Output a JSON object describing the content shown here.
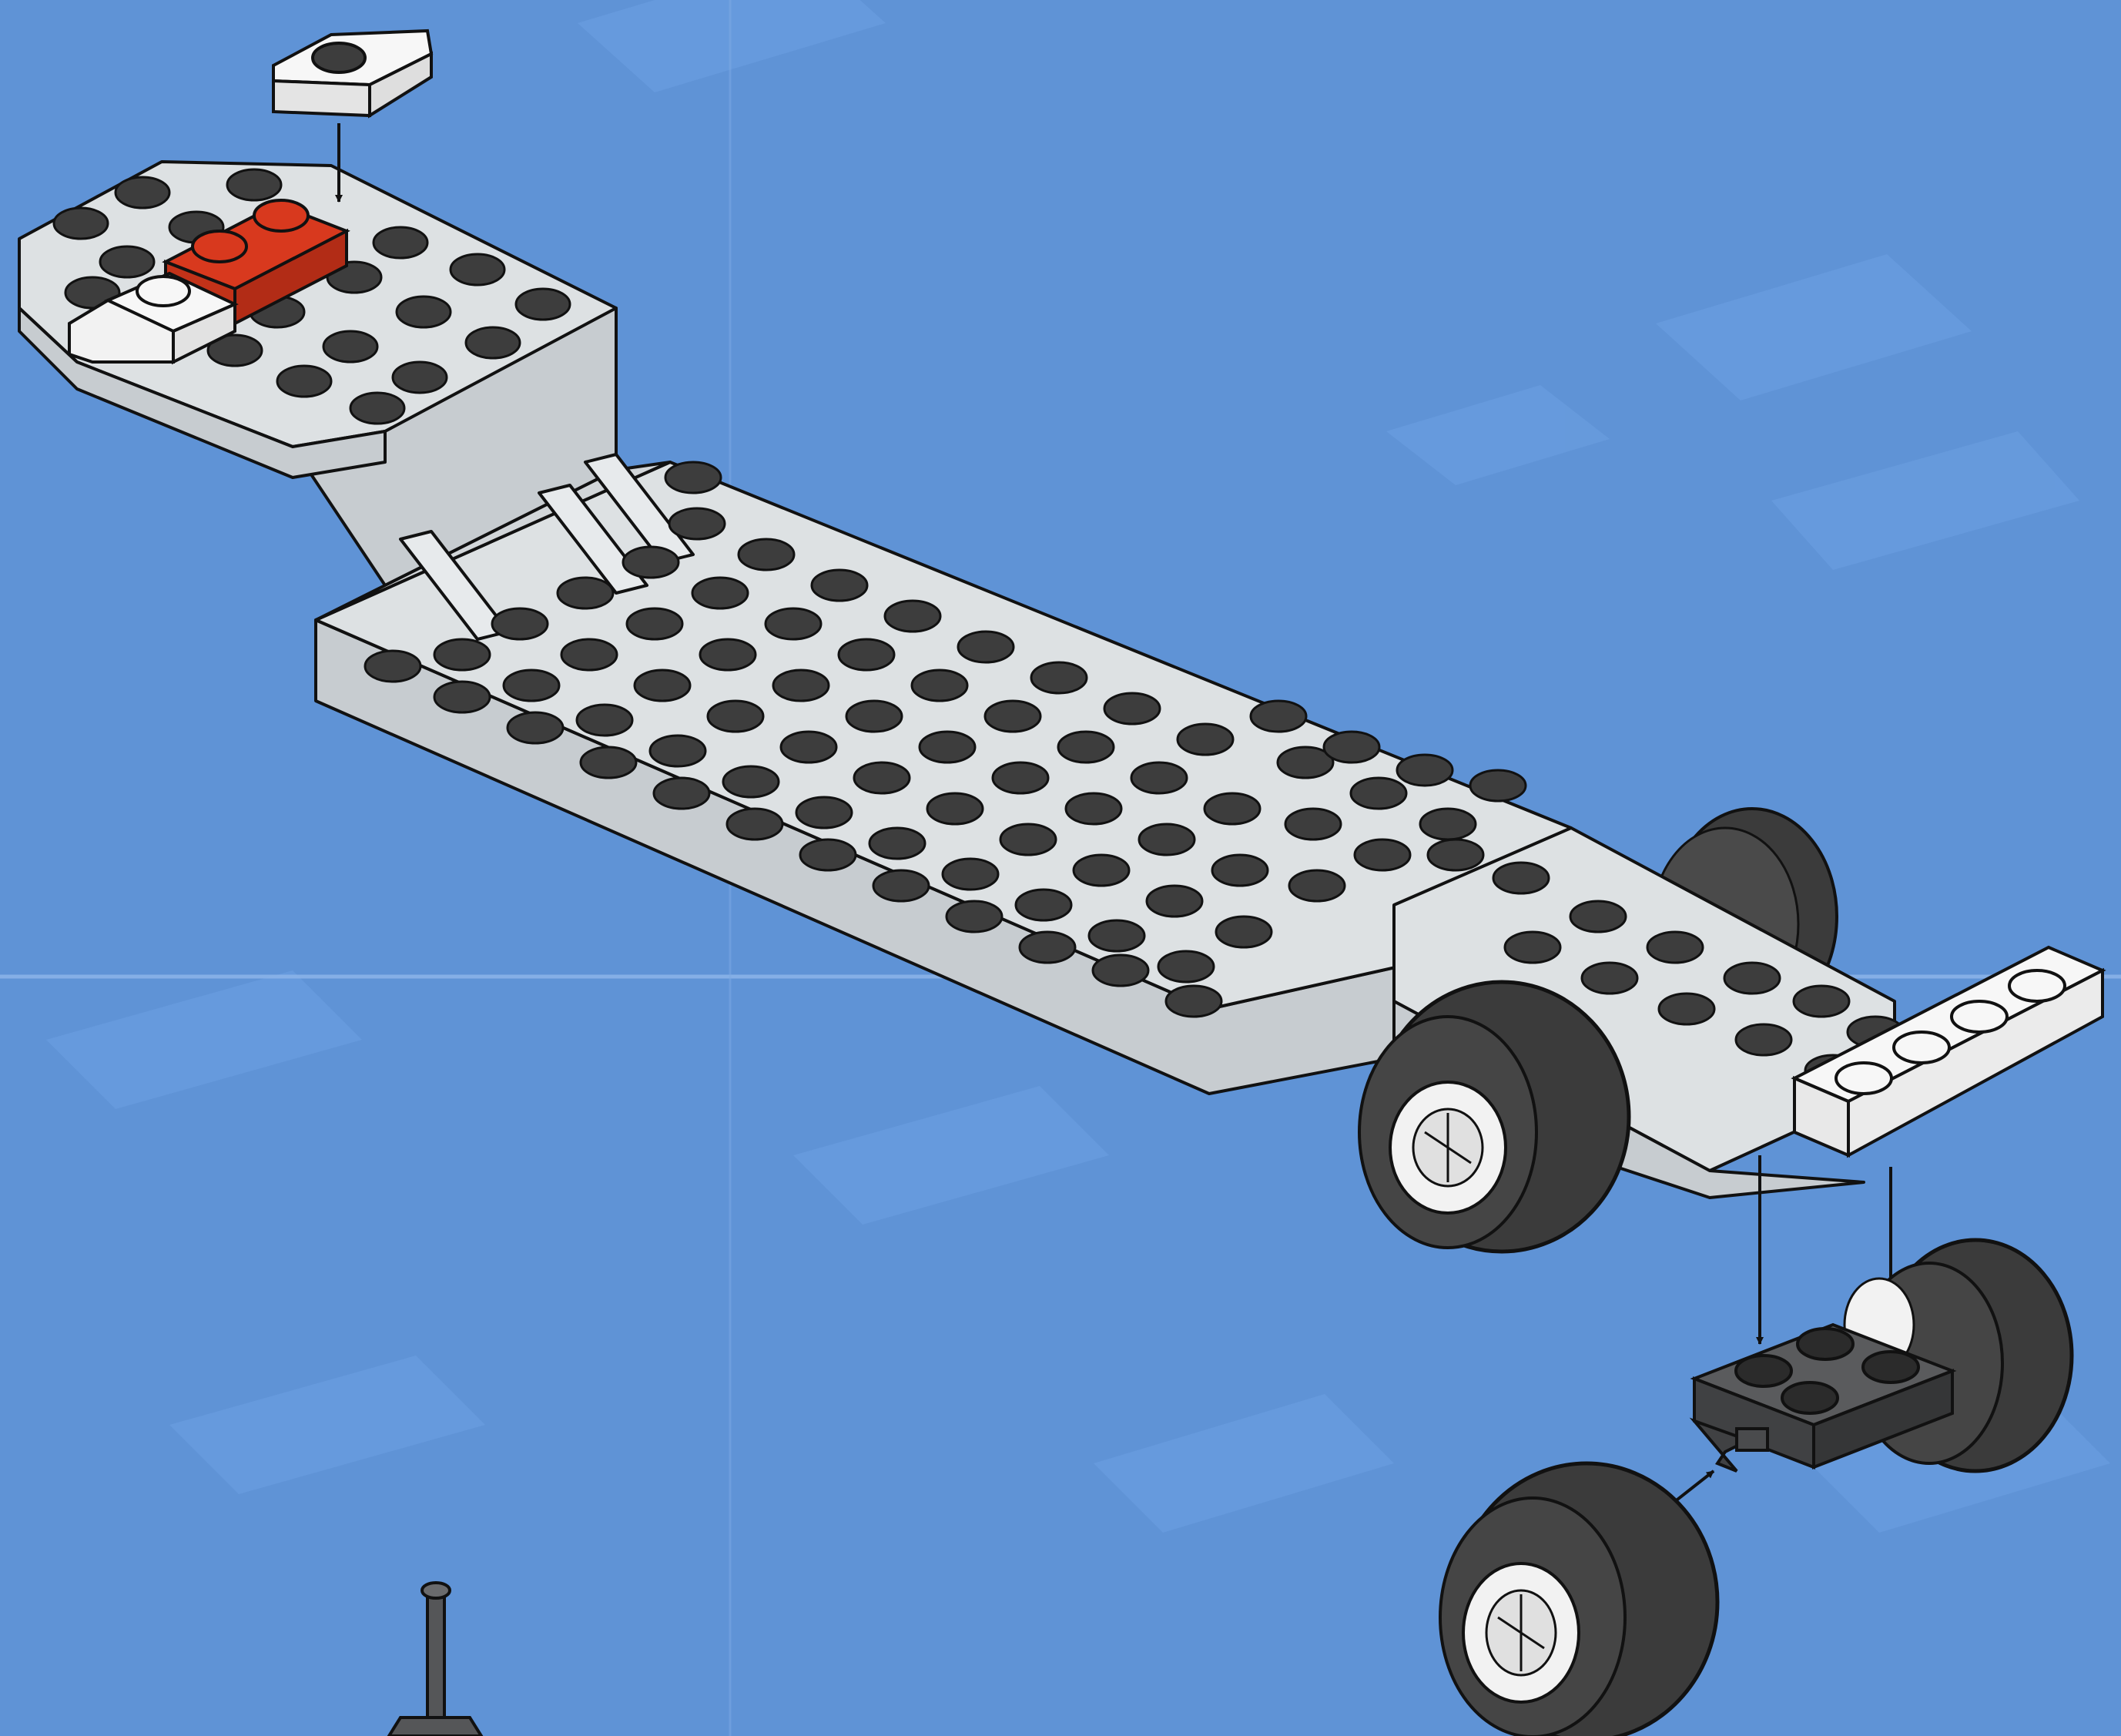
{
  "page": {
    "kind": "building-instructions-step",
    "printed_text": []
  },
  "palette": {
    "background": "#5f93d6",
    "background_motif": "#6c9ee0",
    "fold_line": "#8fb6ea",
    "brick_light_gray": "#dde1e3",
    "brick_side_shade": "#c7ccd0",
    "brick_white": "#f7f7f7",
    "brick_red": "#d8391e",
    "brick_dark_gray": "#4a4b4d",
    "tire": "#3b3b3b",
    "hub": "#f2f2f2",
    "stud_top": "#3d3d3d",
    "outline": "#111111"
  },
  "assembly": {
    "main_part": {
      "name": "long-gray-chassis-base",
      "color": "light-gray"
    },
    "added_parts": [
      {
        "name": "white-plate-with-clip",
        "color": "white",
        "placement": "front-left"
      },
      {
        "name": "white-plate-1x4",
        "color": "white",
        "placement": "rear-end"
      },
      {
        "name": "dark-gray-wheel-holder-plate",
        "color": "dark-gray",
        "placement": "under-rear"
      },
      {
        "name": "wheel-and-tire",
        "color": "black-white",
        "placement": "axle-pin"
      }
    ],
    "marked_part": {
      "name": "red-plate-1x2",
      "color": "red"
    },
    "arrows": [
      {
        "name": "arrow-clip-plate-down"
      },
      {
        "name": "arrow-holder-left-up"
      },
      {
        "name": "arrow-holder-right-up"
      },
      {
        "name": "arrow-wheel-onto-pin"
      }
    ]
  }
}
